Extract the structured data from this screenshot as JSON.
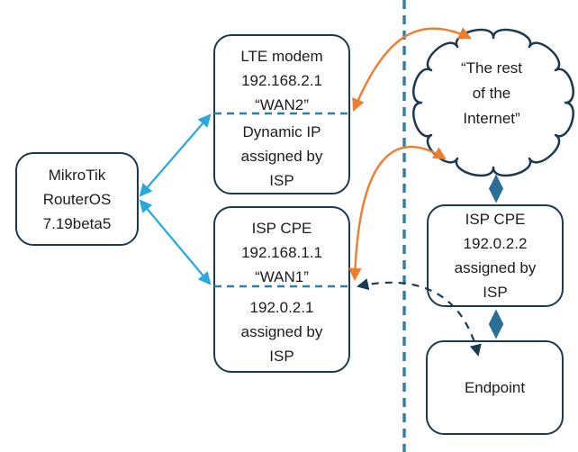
{
  "diagram": {
    "title": "Dual WAN MikroTik network diagram",
    "colors": {
      "box_border": "#1b3a52",
      "text": "#1c1c1c",
      "lan_arrow_cyan": "#29a8e0",
      "nat_arrow_orange": "#ed7d31",
      "boundary_dashed_blue": "#2e7ea6",
      "wan_link_teal": "#2b7094",
      "dashed_path_dark": "#1b3a52"
    },
    "nodes": {
      "router": {
        "lines": [
          "MikroTik",
          "RouterOS",
          "7.19beta5"
        ]
      },
      "lte_modem": {
        "top_lines": [
          "LTE modem",
          "192.168.2.1",
          "“WAN2”"
        ],
        "bottom_lines": [
          "Dynamic IP",
          "assigned by",
          "ISP"
        ]
      },
      "isp_cpe_wan1": {
        "top_lines": [
          "ISP CPE",
          "192.168.1.1",
          "“WAN1”"
        ],
        "bottom_lines": [
          "192.0.2.1",
          "assigned by",
          "ISP"
        ]
      },
      "internet_cloud": {
        "lines": [
          "“The rest",
          "of the",
          "Internet”"
        ]
      },
      "isp_cpe_remote": {
        "lines": [
          "ISP CPE",
          "192.0.2.2",
          "assigned by",
          "ISP"
        ]
      },
      "endpoint": {
        "lines": [
          "Endpoint"
        ]
      }
    }
  }
}
